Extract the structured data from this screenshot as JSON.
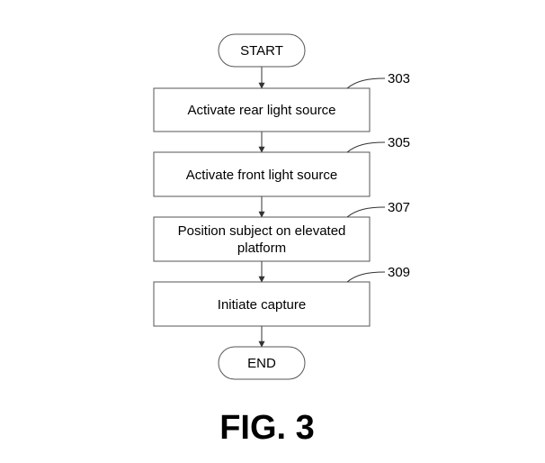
{
  "figure": {
    "caption": "FIG. 3"
  },
  "flowchart": {
    "start": {
      "label": "START"
    },
    "end": {
      "label": "END"
    },
    "steps": [
      {
        "ref": "303",
        "lines": [
          "Activate rear light source"
        ]
      },
      {
        "ref": "305",
        "lines": [
          "Activate front light source"
        ]
      },
      {
        "ref": "307",
        "lines": [
          "Position subject on elevated",
          "platform"
        ]
      },
      {
        "ref": "309",
        "lines": [
          "Initiate capture"
        ]
      }
    ]
  },
  "colors": {
    "stroke": "#555555",
    "text": "#000000",
    "background": "#ffffff"
  }
}
